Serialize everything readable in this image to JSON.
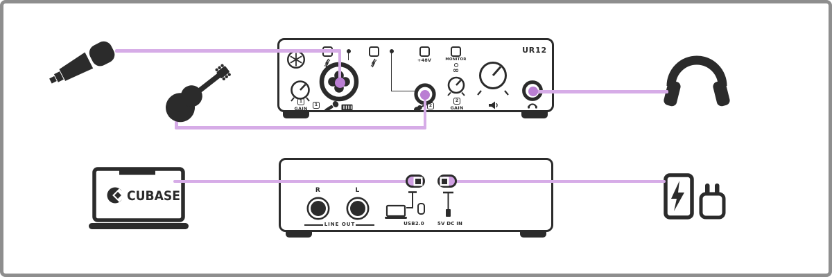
{
  "colors": {
    "ink": "#2b2b2b",
    "cable": "#d6ace7",
    "plug": "#ba7ed3",
    "frame_border": "#8e8e8e",
    "background": "#ffffff"
  },
  "front_panel": {
    "model": "UR12",
    "channel1": {
      "num": "1",
      "gain_label": "GAIN"
    },
    "channel2": {
      "num": "2",
      "gain_label": "GAIN"
    },
    "phantom_label": "+48V",
    "monitor_label": "MONITOR",
    "monitor_infinity": "∞"
  },
  "rear_panel": {
    "right_jack_label": "R",
    "left_jack_label": "L",
    "line_out_label": "LINE OUT",
    "usb_label": "USB2.0",
    "dc_label": "5V DC IN"
  },
  "laptop": {
    "brand": "CUBASE"
  },
  "icons": {
    "microphone": "handheld-microphone-silhouette",
    "guitar": "acoustic-guitar-silhouette",
    "headphones": "headphones-silhouette",
    "yamaha_logo": "yamaha-tuning-fork-mark",
    "steinberg_logo": "steinberg-diamond-mark",
    "power_bank": "battery-with-lightning-bolt",
    "usb_power_adapter": "wall-charger-plug",
    "speaker": "speaker-volume-glyph",
    "mic_input": "microphone-glyph",
    "line_input": "line-plug-glyph",
    "guitar_input": "guitar-glyph",
    "peak_indicator": "clip-lightning-glyph",
    "usb_connection": "laptop-usb-cable-glyph",
    "dc_connection": "dc-plug-glyph",
    "headphone_output": "headphones-glyph"
  }
}
